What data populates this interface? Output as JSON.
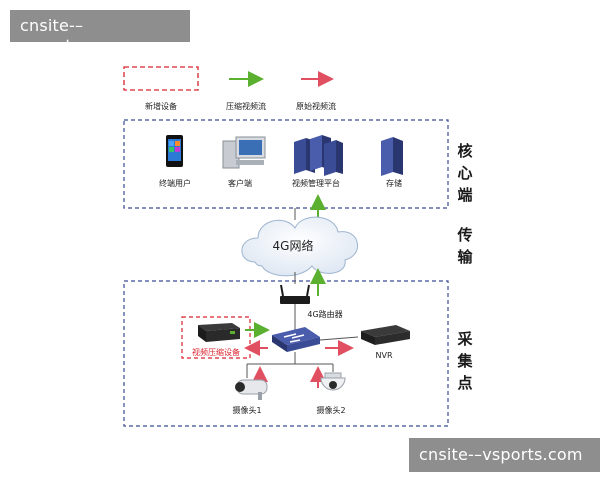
{
  "watermarks": {
    "top": "cnsite-–vsports.com",
    "bottom": "cnsite-–vsports.com"
  },
  "legend": {
    "new_device": "新增设备",
    "compressed_stream": "压缩视频流",
    "raw_stream": "原始视频流"
  },
  "sections": {
    "core": "核心端",
    "transmission": "传输",
    "collection": "采集点"
  },
  "core_devices": {
    "terminal": "终端用户",
    "client": "客户端",
    "video_platform": "视频管理平台",
    "storage": "存储"
  },
  "network": {
    "cloud": "4G网络",
    "router": "4G路由器"
  },
  "collection_devices": {
    "encoder": "视频压缩设备",
    "nvr": "NVR",
    "camera1": "摄像头1",
    "camera2": "摄像头2"
  },
  "colors": {
    "compressed": "#5bb12f",
    "raw": "#e05060",
    "frame_blue": "#3a4c96",
    "new_red": "#d9232e"
  }
}
